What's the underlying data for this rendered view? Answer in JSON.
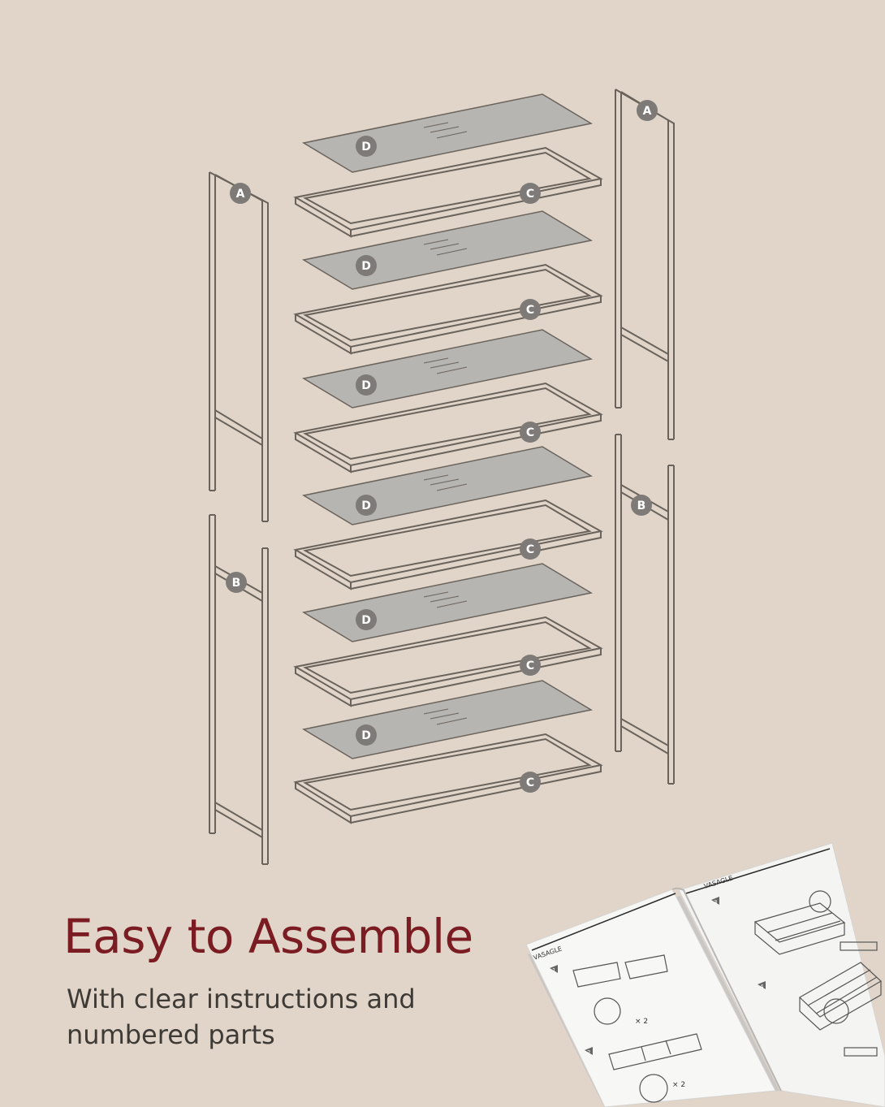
{
  "headline": "Easy to Assemble",
  "subline": "With clear instructions and numbered parts",
  "part_labels": {
    "side_frame_top": "A",
    "side_frame_bottom": "B",
    "shelf_frame": "C",
    "shelf_board": "D"
  },
  "manual": {
    "brand": "VASAGLE",
    "step_1": "1",
    "step_2": "2",
    "step_3": "3",
    "step_4": "4",
    "qty": "× 2"
  },
  "colors": {
    "background": "#e0d5c8",
    "headline": "#7a1c22",
    "body_text": "#3e3a36",
    "frame_stroke": "#6a635c",
    "board_fill": "#b7b5b2",
    "badge_fill": "#7d7a77"
  }
}
